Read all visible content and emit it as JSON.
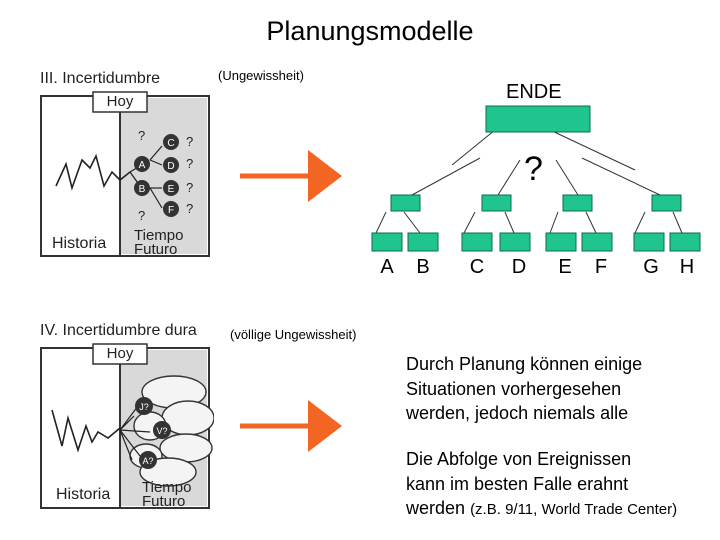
{
  "title": "Planungsmodelle",
  "panel_iii": {
    "heading": "III. Incertidumbre",
    "hoy": "Hoy",
    "historia": "Historia",
    "tiempo": "Tiempo",
    "futuro": "Futuro",
    "nodes": [
      "A",
      "B",
      "C",
      "D",
      "E",
      "F"
    ],
    "question": "?"
  },
  "panel_iv": {
    "heading": "IV. Incertidumbre dura",
    "hoy": "Hoy",
    "historia": "Historia",
    "tiempo": "Tiempo",
    "futuro": "Futuro",
    "nodes": [
      "J?",
      "V?",
      "A?"
    ]
  },
  "note_ungewissheit": "(Ungewissheit)",
  "note_voellige": "(völlige Ungewissheit)",
  "tree": {
    "root_label": "ENDE",
    "question": "?",
    "leaves": [
      "A",
      "B",
      "C",
      "D",
      "E",
      "F",
      "G",
      "H"
    ]
  },
  "paragraph1": [
    "Durch Planung können einige",
    "Situationen vorhergesehen",
    "werden, jedoch niemals alle"
  ],
  "paragraph2": [
    "Die Abfolge von Ereignissen",
    "kann im besten Falle erahnt",
    "werden"
  ],
  "paragraph2_example": "(z.B. 9/11, World Trade Center)",
  "colors": {
    "tree_fill": "#1fc48e",
    "tree_stroke": "#0c6a4c",
    "arrow": "#f26522",
    "scan_gray": "#d9d9d9"
  }
}
